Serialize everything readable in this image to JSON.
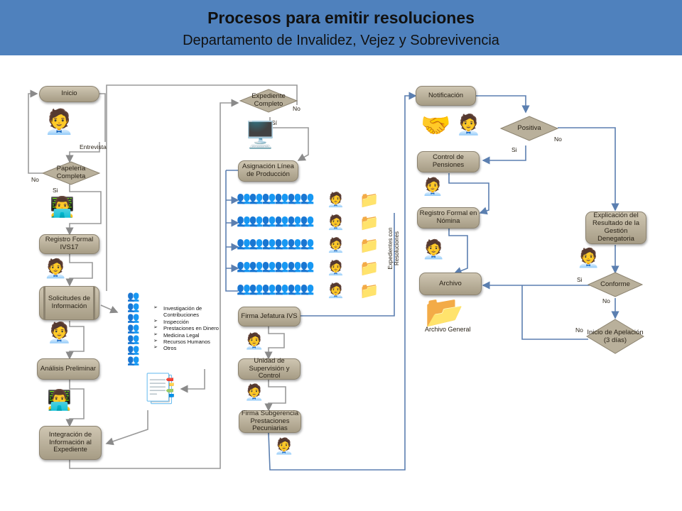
{
  "header": {
    "title": "Procesos para emitir resoluciones",
    "subtitle": "Departamento de Invalidez, Vejez y Sobrevivencia"
  },
  "nodes": {
    "inicio": "Inicio",
    "entrevista": "Entrevista",
    "papeleria": "Papelería Completa",
    "registro_ivs": "Registro Formal IVS17",
    "solicitudes": "Solicitudes de Información",
    "analisis": "Análisis Preliminar",
    "integracion": "Integración de Información al Expediente",
    "expediente": "Expediente Completo",
    "asignacion": "Asignación Línea de Producción",
    "firma_jefatura": "Firma Jefatura IVS",
    "unidad": "Unidad de Supervisión y Control",
    "firma_subgerencia": "Firma Subgerencia Prestaciones Pecuniarias",
    "notificacion": "Notificación",
    "positiva": "Positiva",
    "control": "Control de Pensiones",
    "registro_nomina": "Registro Formal en Nómina",
    "archivo": "Archivo",
    "archivo_general": "Archivo General",
    "explicacion": "Explicación del Resultado de la Gestión Denegatoria",
    "conforme": "Conforme",
    "apelacion": "Inicio de Apelación (3 días)",
    "expedientes_resoluciones": "Expedientes con Resoluciones"
  },
  "labels": {
    "no": "No",
    "si": "Si",
    "si_alt": "Sí"
  },
  "info_list": [
    "Investigación de Contribuciones",
    "Inspección",
    "Prestaciones en Dinero",
    "Medicina Legal",
    "Recursos Humanos",
    "Otros"
  ],
  "icons": {
    "person_desk": "person-at-desk-icon",
    "folder": "folder-icon",
    "computer": "computer-workstation-icon",
    "handshake": "handshake-icon",
    "documents": "document-stack-icon"
  },
  "colors": {
    "header_bg": "#4f81bd",
    "node_fill": "#b9b09b",
    "connector_gray": "#8a8a8a",
    "connector_blue": "#5b7fb0",
    "folder": "#e8c766"
  }
}
